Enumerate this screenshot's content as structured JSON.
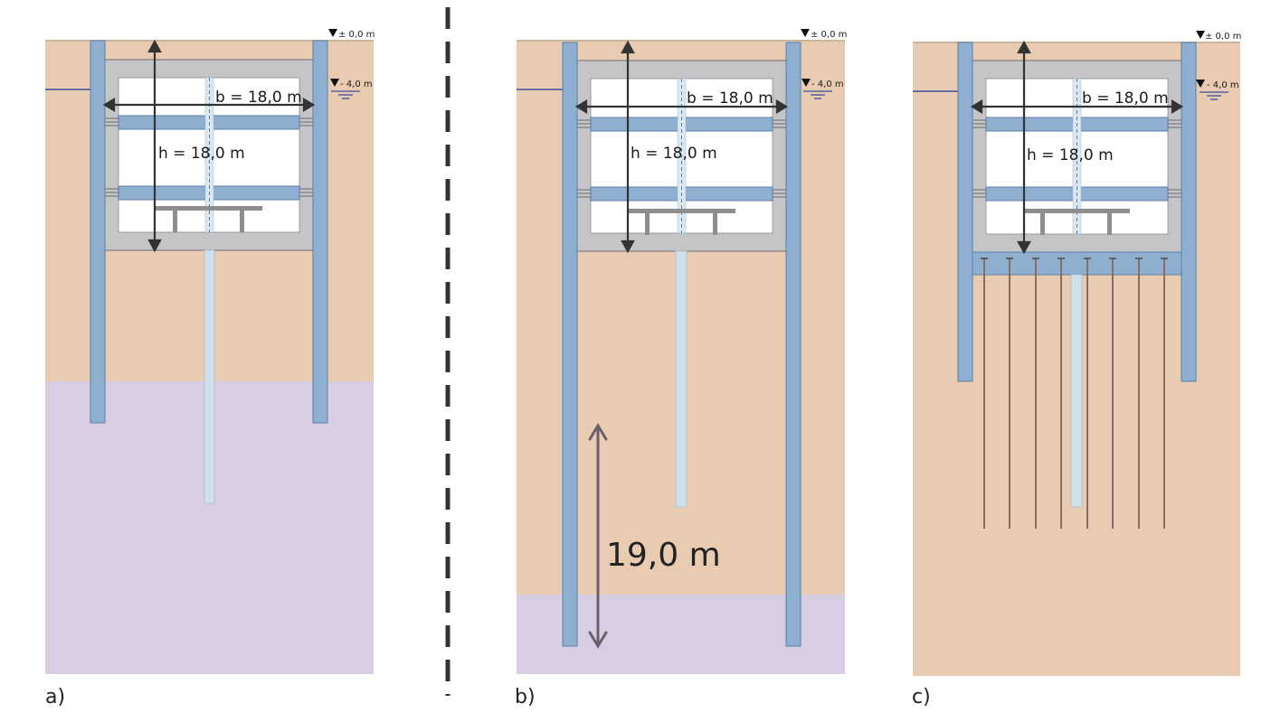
{
  "colors": {
    "soil": "#e8cbb1",
    "soil_edge": "#cdb49c",
    "clay": "#d8cde2",
    "wall": "#8fafd1",
    "wall_edge": "#5a7fa8",
    "concrete": "#c5c5c7",
    "concrete_edge": "#6b6b6b",
    "interior": "#ffffff",
    "slab": "#8fafd1",
    "platform": "#8e8e8e",
    "column": "#cfe0ea",
    "arrow": "#333333",
    "big_arrow": "#6c5f6c",
    "water": "#3a4f9a",
    "dash": "#333333"
  },
  "labels": {
    "level_top": "± 0,0 m",
    "level_water": "- 4,0 m",
    "width": "b = 18,0 m",
    "height": "h = 18,0 m",
    "depth": "19,0 m"
  },
  "panels": [
    {
      "id": "a",
      "letter": "a)"
    },
    {
      "id": "b",
      "letter": "b)"
    },
    {
      "id": "c",
      "letter": "c)"
    }
  ]
}
